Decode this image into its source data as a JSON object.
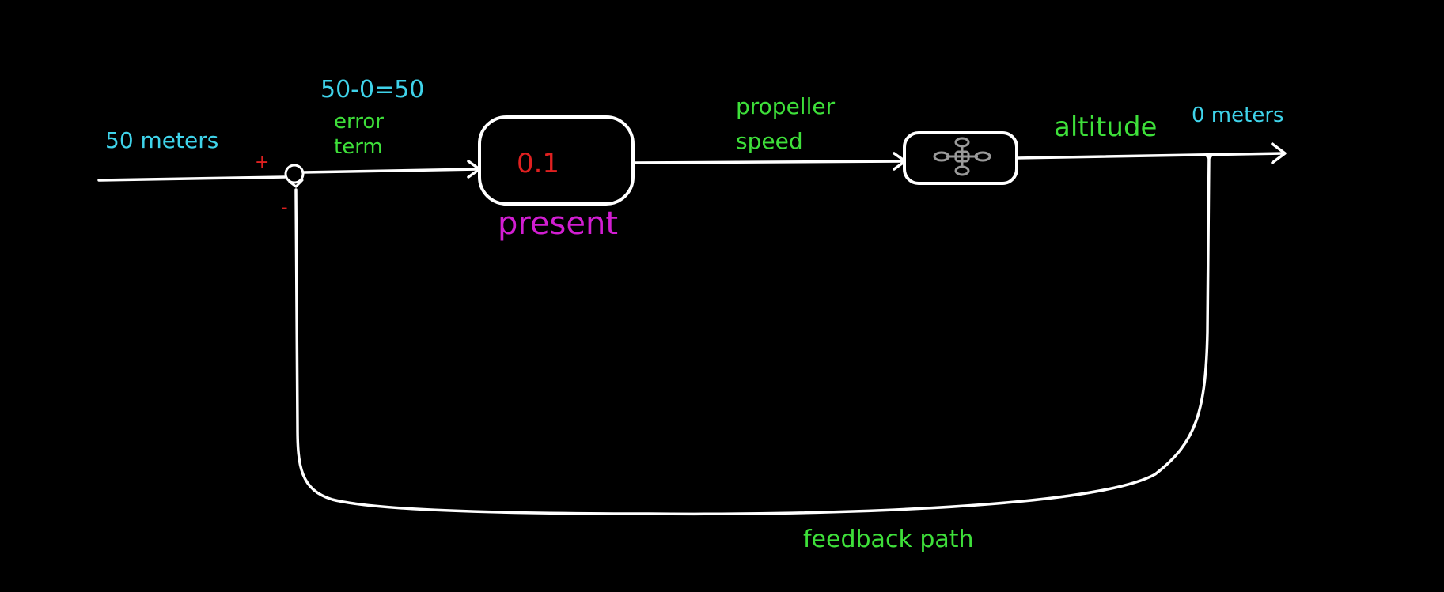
{
  "diagram": {
    "input_label": "50 meters",
    "error_calc": "50-0=50",
    "error_label_line1": "error",
    "error_label_line2": "term",
    "plus_sign": "+",
    "minus_sign": "-",
    "controller_gain": "0.1",
    "controller_caption": "present",
    "control_signal_line1": "propeller",
    "control_signal_line2": "speed",
    "output_label": "altitude",
    "output_value": "0 meters",
    "feedback_label": "feedback path",
    "plant_icon": "drone-icon"
  },
  "colors": {
    "background": "#000000",
    "lines": "#ffffff",
    "cyan_text": "#3fd3ea",
    "green_text": "#3ee03a",
    "gain_text": "#e02020",
    "caption_text": "#d21ed2",
    "drone_icon": "#9a9a9a"
  }
}
